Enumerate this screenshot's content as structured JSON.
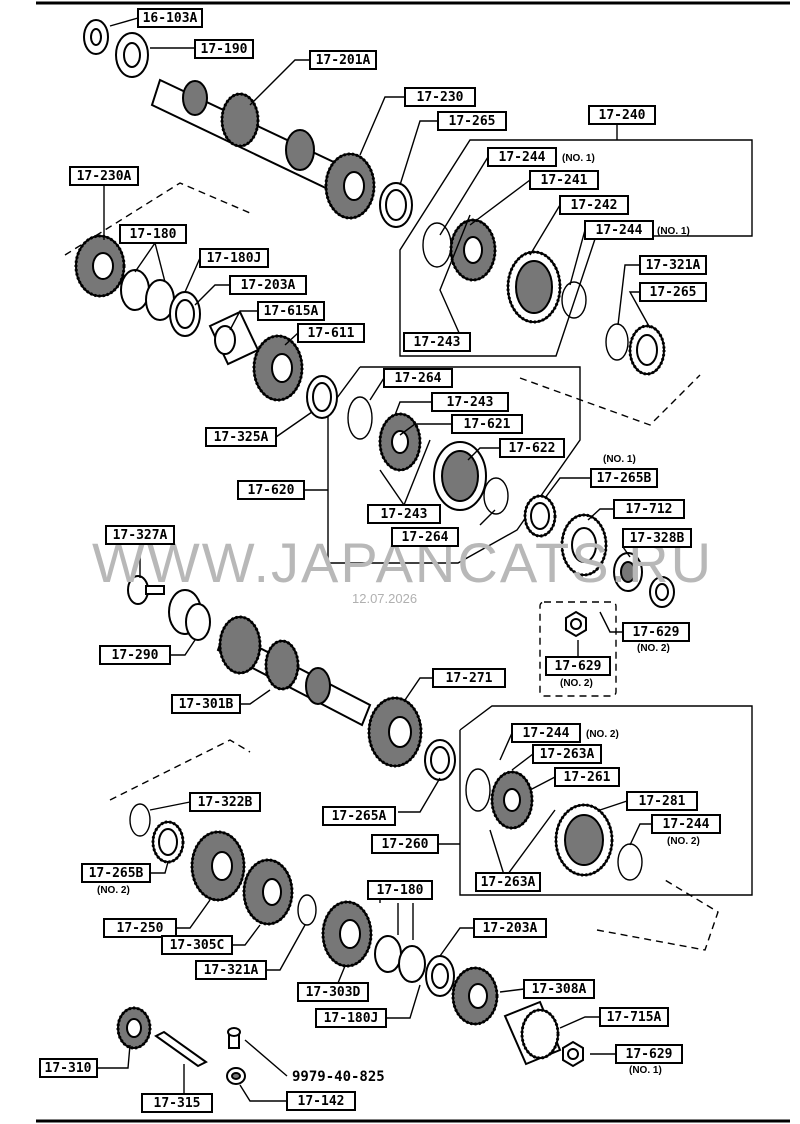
{
  "labels": {
    "l_16_103a": "16-103A",
    "l_17_190": "17-190",
    "l_17_201a": "17-201A",
    "l_17_230": "17-230",
    "l_17_265_a": "17-265",
    "l_17_240": "17-240",
    "l_17_244_a": "17-244",
    "l_17_241": "17-241",
    "l_17_242": "17-242",
    "l_17_244_b": "17-244",
    "l_17_321a_a": "17-321A",
    "l_17_265_b": "17-265",
    "l_17_243_a": "17-243",
    "l_17_230a": "17-230A",
    "l_17_180_a": "17-180",
    "l_17_180j_a": "17-180J",
    "l_17_203a_a": "17-203A",
    "l_17_615a": "17-615A",
    "l_17_611": "17-611",
    "l_17_325a": "17-325A",
    "l_17_264_a": "17-264",
    "l_17_243_b": "17-243",
    "l_17_621": "17-621",
    "l_17_622": "17-622",
    "l_17_620": "17-620",
    "l_17_243_c": "17-243",
    "l_17_264_b": "17-264",
    "l_17_265b_a": "17-265B",
    "l_17_712": "17-712",
    "l_17_328b": "17-328B",
    "l_17_629_a": "17-629",
    "l_17_629_b": "17-629",
    "l_17_327a": "17-327A",
    "l_17_290": "17-290",
    "l_17_301b": "17-301B",
    "l_17_271": "17-271",
    "l_17_265a": "17-265A",
    "l_17_244_c": "17-244",
    "l_17_263a_a": "17-263A",
    "l_17_261": "17-261",
    "l_17_281": "17-281",
    "l_17_244_d": "17-244",
    "l_17_260": "17-260",
    "l_17_263a_b": "17-263A",
    "l_17_322b": "17-322B",
    "l_17_265b_b": "17-265B",
    "l_17_250": "17-250",
    "l_17_305c": "17-305C",
    "l_17_321a_b": "17-321A",
    "l_17_180_b": "17-180",
    "l_17_203a_b": "17-203A",
    "l_17_303d": "17-303D",
    "l_17_180j_b": "17-180J",
    "l_17_308a": "17-308A",
    "l_17_715a": "17-715A",
    "l_17_629_c": "17-629",
    "l_17_310": "17-310",
    "l_17_315": "17-315",
    "l_17_142": "17-142",
    "code_9979": "9979-40-825"
  },
  "notes": {
    "n_244_a": "(NO. 1)",
    "n_244_b": "(NO. 1)",
    "n_265b_a": "(NO. 1)",
    "n_629_a": "(NO. 2)",
    "n_629_b": "(NO. 2)",
    "n_244_c": "(NO. 2)",
    "n_244_d": "(NO. 2)",
    "n_265b_b": "(NO. 2)",
    "n_629_c": "(NO. 1)"
  },
  "watermark": {
    "text": "WWW.JAPANCATS.RU",
    "date": "12.07.2026"
  }
}
